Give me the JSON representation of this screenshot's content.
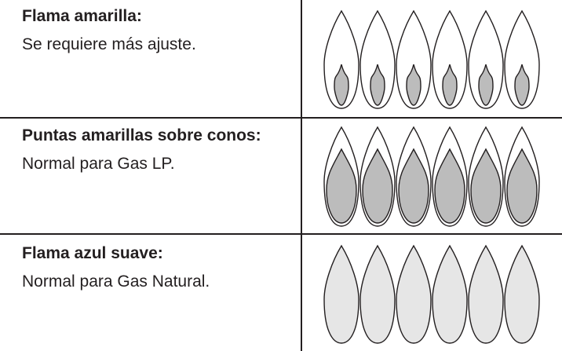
{
  "rows": [
    {
      "title": "Flama amarilla:",
      "description": "Se requiere más ajuste.",
      "flame_type": "yellow-flame-small-inner-cone"
    },
    {
      "title": "Puntas amarillas sobre conos:",
      "description": "Normal para Gas LP.",
      "flame_type": "yellow-tip-large-inner-cone"
    },
    {
      "title": "Flama azul suave:",
      "description": "Normal para Gas Natural.",
      "flame_type": "soft-blue-flame"
    }
  ],
  "colors": {
    "line": "#231f20",
    "cone_gray": "#bcbcbc",
    "soft_blue_fill": "#e6e6e6",
    "flame_outline": "#231f20"
  }
}
